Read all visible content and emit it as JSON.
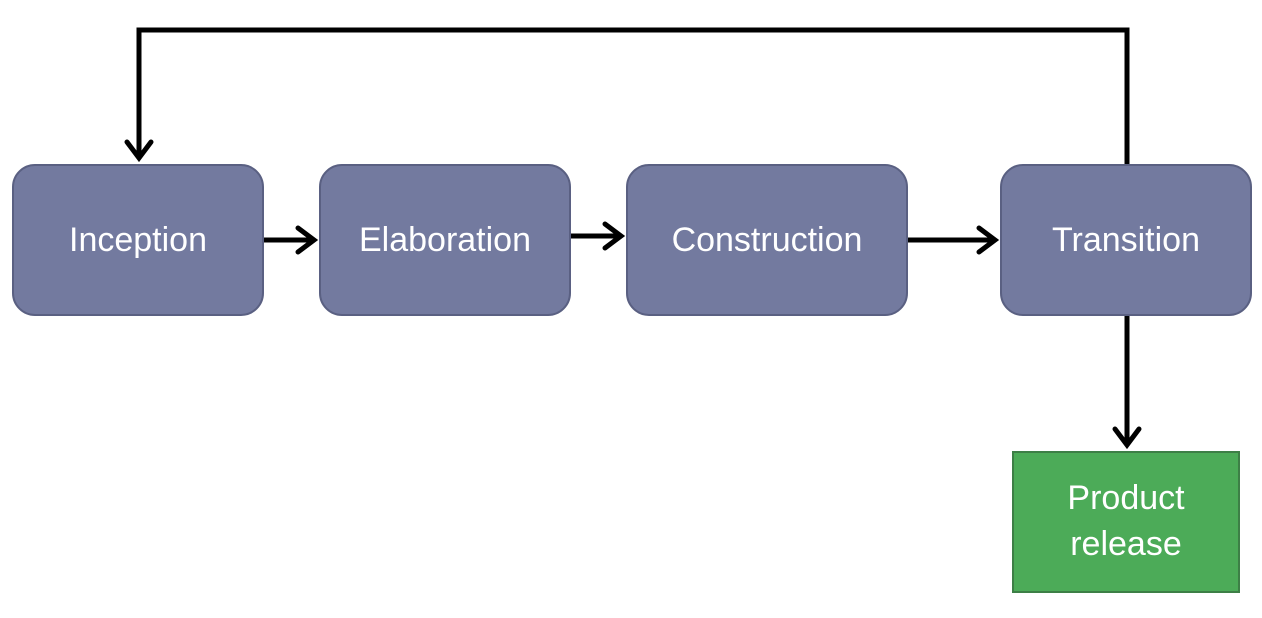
{
  "nodes": {
    "inception": {
      "label": "Inception"
    },
    "elaboration": {
      "label": "Elaboration"
    },
    "construction": {
      "label": "Construction"
    },
    "transition": {
      "label": "Transition"
    },
    "product_release": {
      "label_line1": "Product",
      "label_line2": "release"
    }
  },
  "colors": {
    "phase_fill": "#737a9f",
    "release_fill": "#4cab58",
    "connector": "#000000",
    "label_text": "#ffffff"
  }
}
